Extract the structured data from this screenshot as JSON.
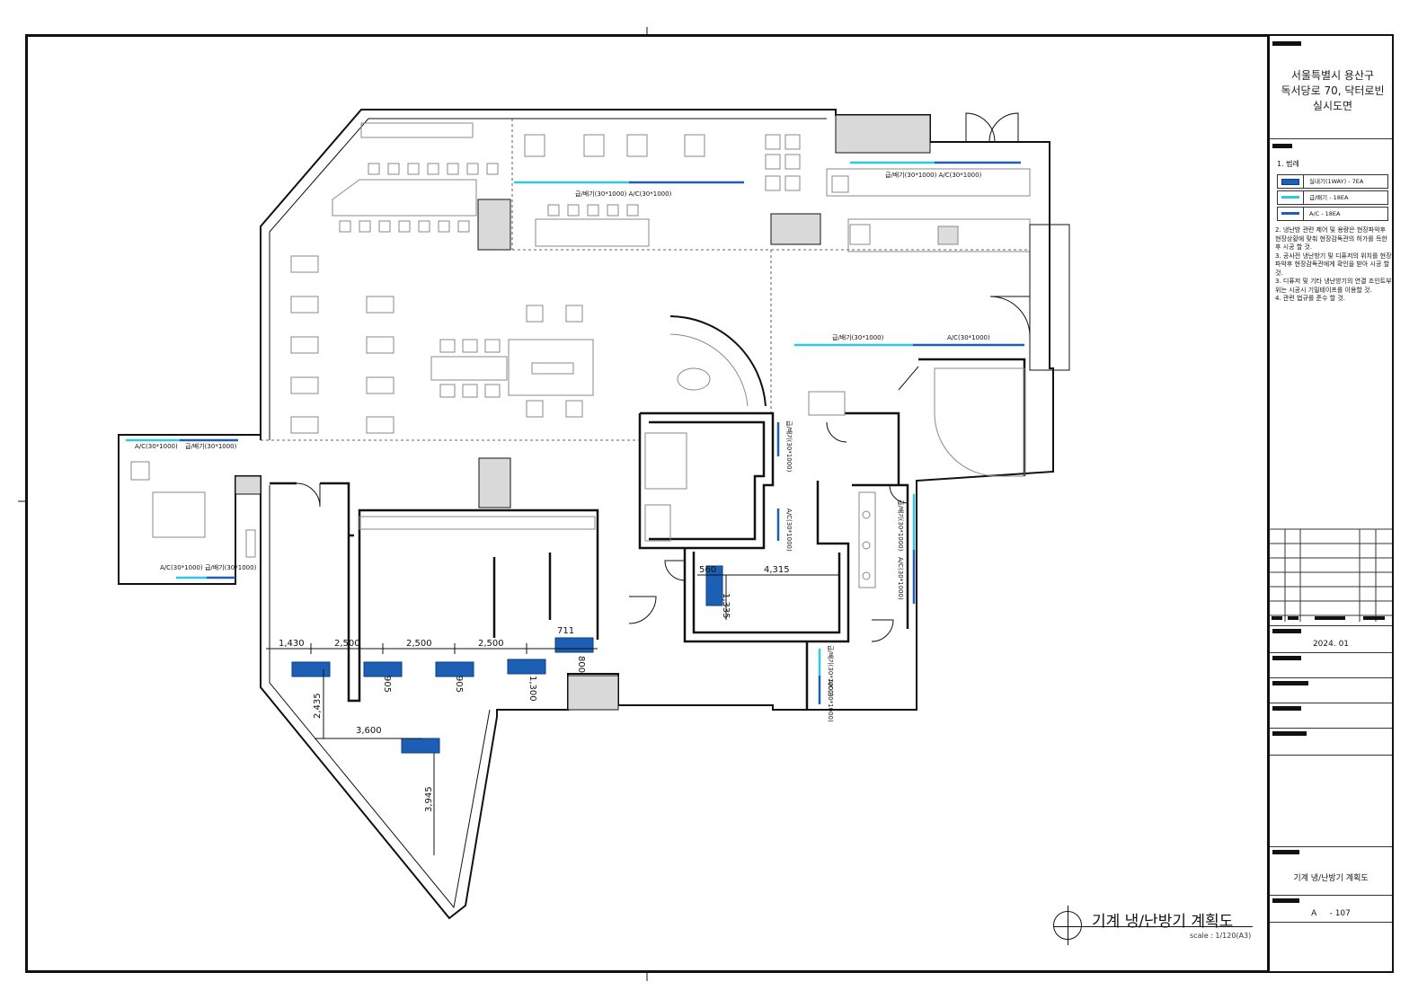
{
  "project": {
    "title_line1": "서울특별시 용산구",
    "title_line2": "독서당로 70, 닥터로빈",
    "title_line3": "실시도면"
  },
  "legend": {
    "title": "1. 범례",
    "items": [
      {
        "label": "실내기(1WAY) - 7EA",
        "color": "#1d5fb4"
      },
      {
        "label": "급/배기 - 18EA",
        "color": "#2ec8e6"
      },
      {
        "label": "A/C - 18EA",
        "color": "#1d5fb4"
      }
    ]
  },
  "notes": [
    "2. 냉난방 관련 제어 및 용량은 현장파악후 현장상황에 맞춰 현장감독관의 허가를 득한후 시공 할 것.",
    "3. 공사전 냉난방기 및 디퓨저의 위치를 현장파악후 현장감독관에게 확인을 받아 시공 할 것.",
    "3. 디퓨저 및 기타 냉난방기의 연결 조인트부위는 시공시 기밀테이프를 이용할 것.",
    "4. 관련 법규를 준수 할 것."
  ],
  "date": "2024. 01",
  "sheet_name": "기계 냉/난방기 계획도",
  "sheet_number": {
    "prefix": "A",
    "number": "- 107"
  },
  "drawing_title": "기계 냉/난방기 계획도",
  "scale": "scale : 1/120(A3)",
  "colors": {
    "unit": "#1d5fb4",
    "supply": "#2ec8e6",
    "wall": "#d9d9d9"
  },
  "plan_labels": {
    "duct_top": "급/배기(30*1000)   A/C(30*1000)",
    "duct_kitchen": "급/배기(30*1000)   A/C(30*1000)",
    "duct_mid_supply": "급/배기(30*1000)",
    "duct_mid_ac": "A/C(30*1000)",
    "duct_left_ac": "A/C(30*1000)",
    "duct_left_supply": "급/배기(30*1000)",
    "duct_left_bottom": "A/C(30*1000)   급/배기(30*1000)",
    "duct_wc1": "급/배기(30*1000)",
    "duct_wc2": "A/C(30*1000)",
    "duct_wc3": "급/배기(30*1000)",
    "duct_wc4": "A/C(30*1000)",
    "duct_toilet1": "급/배기(30*1000)",
    "duct_toilet2": "A/C(30*1000)"
  },
  "dimensions": {
    "d1": "1,430",
    "d2": "2,500",
    "d3": "2,500",
    "d4": "2,500",
    "d5": "711",
    "d6": "800",
    "d7": "905",
    "d8": "905",
    "d9": "1,300",
    "d10": "2,435",
    "d11": "3,600",
    "d12": "3,945",
    "d13": "560",
    "d14": "4,315",
    "d15": "1,335"
  }
}
